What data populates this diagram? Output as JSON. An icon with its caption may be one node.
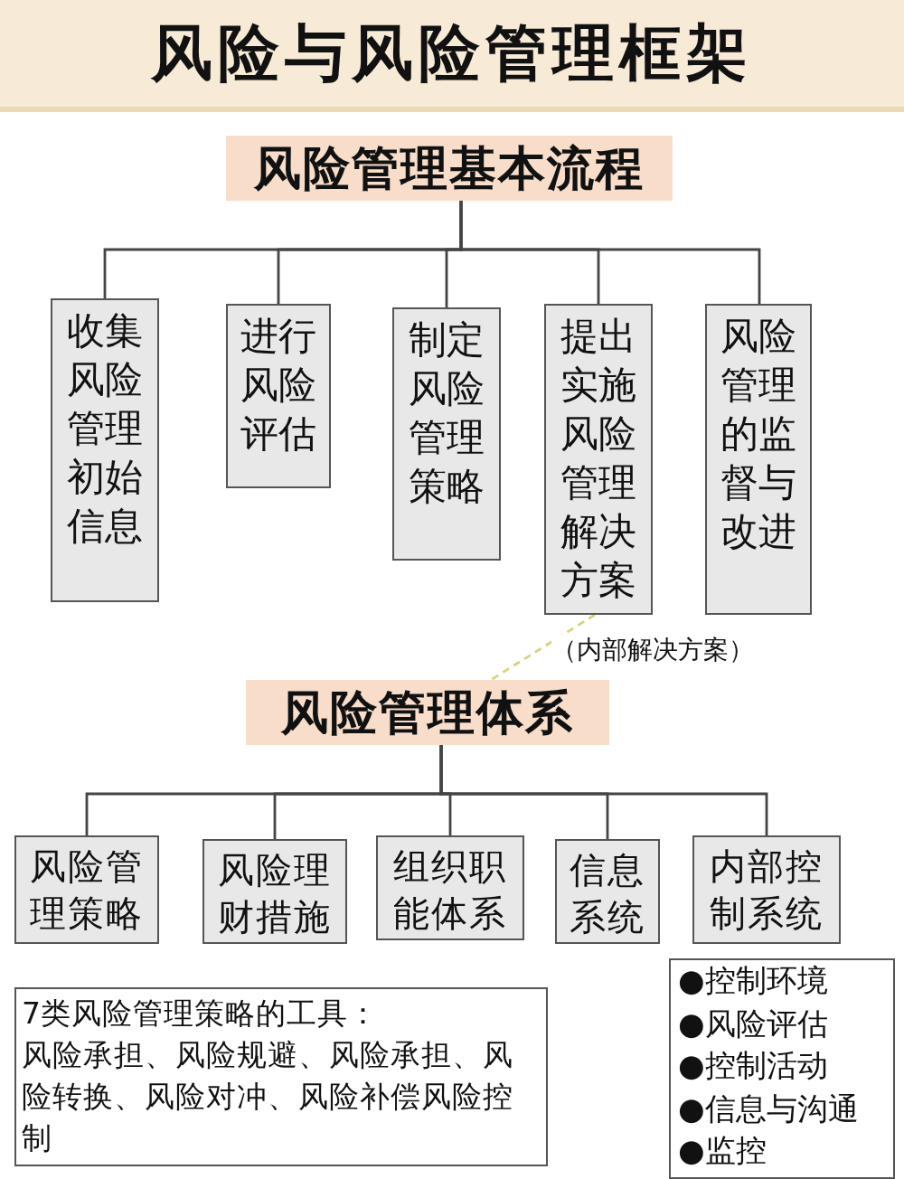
{
  "diagram": {
    "title": "风险与风险管理框架",
    "nodes": [
      {
        "text": [
          "风险管理基本流程"
        ]
      },
      {
        "text": [
          "收集风险管理初始信息"
        ]
      },
      {
        "text": [
          "进行风险评估"
        ]
      },
      {
        "text": [
          "制定风险管理策略"
        ]
      },
      {
        "text": [
          "提出实施风险管理解决方案"
        ]
      },
      {
        "text": [
          "风险管理的监督与改进"
        ]
      },
      {
        "text": [
          "风险管理体系"
        ]
      },
      {
        "text": [
          "风险管理策略"
        ]
      },
      {
        "text": [
          "风险理财措施"
        ]
      },
      {
        "text": [
          "组织职能体系"
        ]
      },
      {
        "text": [
          "信息系统"
        ]
      },
      {
        "text": [
          "内部控制系统"
        ]
      },
      {
        "text": [
          "7类风险管理策略的工具：",
          "风险承担、风险规避、风险承担、风险转换、风险对冲、风险补偿风险控制"
        ]
      },
      {
        "text": [
          "●控制环境",
          "●风险评估",
          "●控制活动",
          "●信息与沟通",
          "●监控"
        ]
      }
    ],
    "edges": [
      {
        "from": 0,
        "to": 1,
        "arrow": "none"
      },
      {
        "from": 0,
        "to": 2,
        "arrow": "none"
      },
      {
        "from": 0,
        "to": 3,
        "arrow": "none"
      },
      {
        "from": 0,
        "to": 4,
        "arrow": "none"
      },
      {
        "from": 0,
        "to": 5,
        "arrow": "none"
      },
      {
        "from": 4,
        "to": 6,
        "arrow": "none",
        "label": "（内部解决方案）",
        "style": "dashed",
        "color": "#d8d27a"
      },
      {
        "from": 6,
        "to": 7,
        "arrow": "none"
      },
      {
        "from": 6,
        "to": 8,
        "arrow": "none"
      },
      {
        "from": 6,
        "to": 9,
        "arrow": "none"
      },
      {
        "from": 6,
        "to": 10,
        "arrow": "none"
      },
      {
        "from": 6,
        "to": 11,
        "arrow": "none"
      }
    ]
  }
}
